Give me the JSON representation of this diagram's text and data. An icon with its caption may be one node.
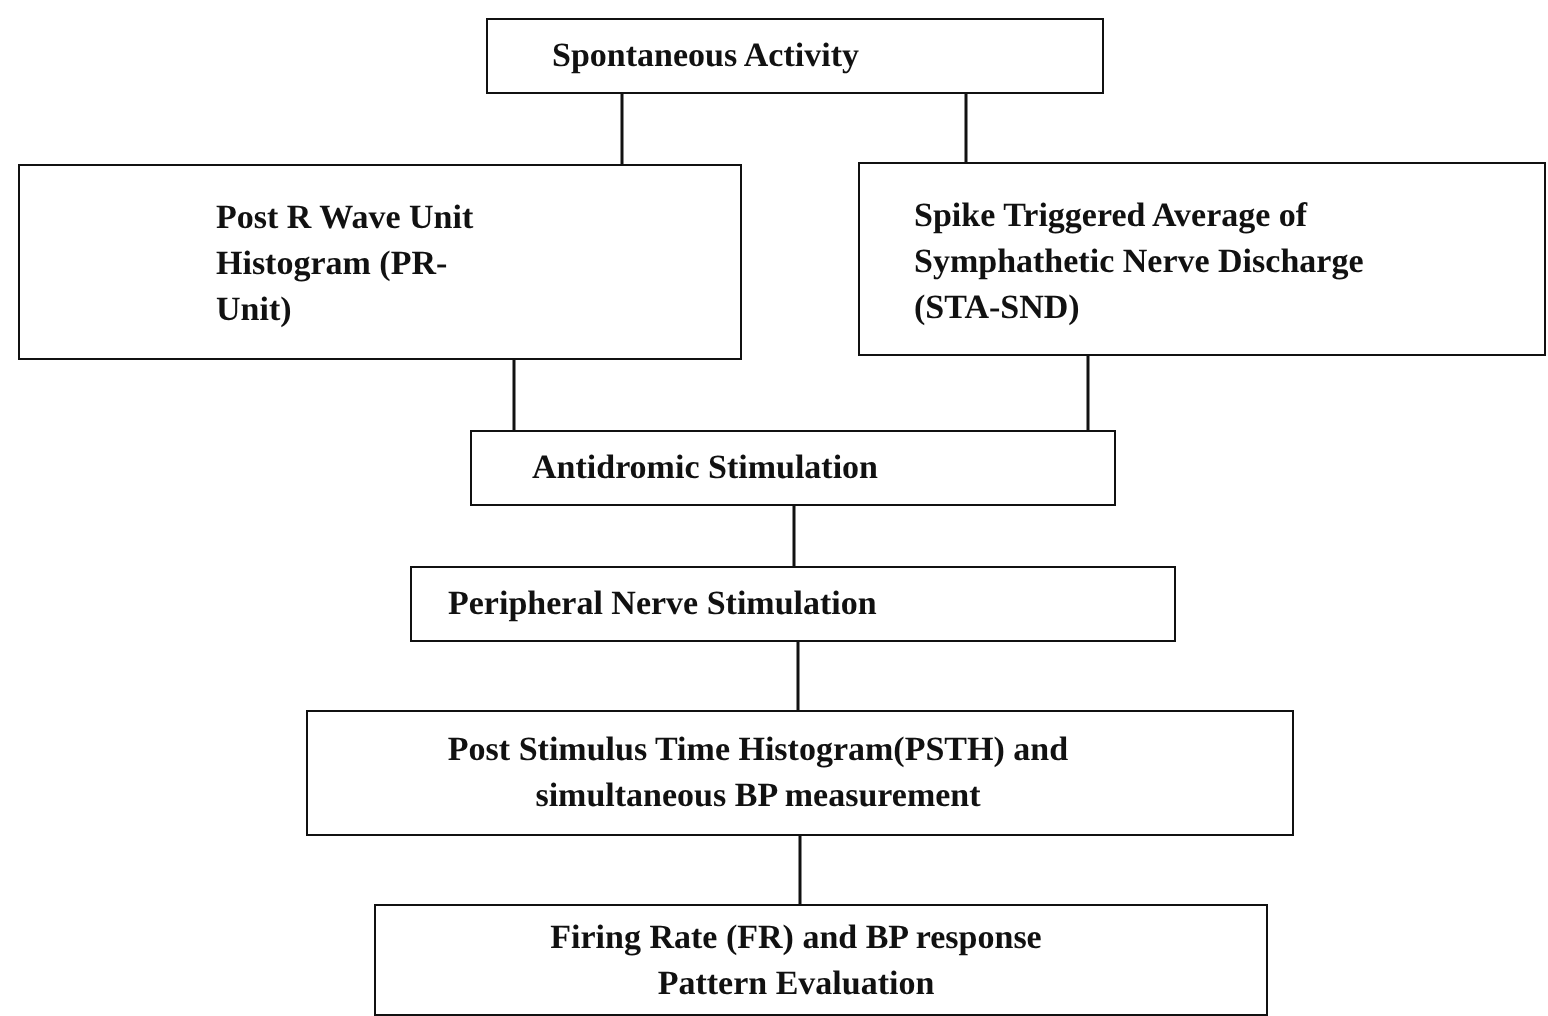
{
  "diagram": {
    "nodes": [
      {
        "text": [
          "Spontaneous Activity"
        ]
      },
      {
        "text": [
          "Post R Wave Unit Histogram (PR-Unit)"
        ]
      },
      {
        "text": [
          "Spike Triggered Average of Symphathetic Nerve Discharge (STA-SND)"
        ]
      },
      {
        "text": [
          "Antidromic Stimulation"
        ]
      },
      {
        "text": [
          "Peripheral Nerve Stimulation"
        ]
      },
      {
        "text": [
          "Post Stimulus Time Histogram(PSTH) and simultaneous BP measurement"
        ]
      },
      {
        "text": [
          "Firing Rate (FR) and BP response Pattern Evaluation"
        ]
      }
    ],
    "edges": [
      {
        "from": 0,
        "to": 1,
        "arrow": "none"
      },
      {
        "from": 0,
        "to": 2,
        "arrow": "none"
      },
      {
        "from": 1,
        "to": 3,
        "arrow": "none"
      },
      {
        "from": 2,
        "to": 3,
        "arrow": "none"
      },
      {
        "from": 3,
        "to": 4,
        "arrow": "none"
      },
      {
        "from": 4,
        "to": 5,
        "arrow": "none"
      },
      {
        "from": 5,
        "to": 6,
        "arrow": "none"
      }
    ]
  }
}
